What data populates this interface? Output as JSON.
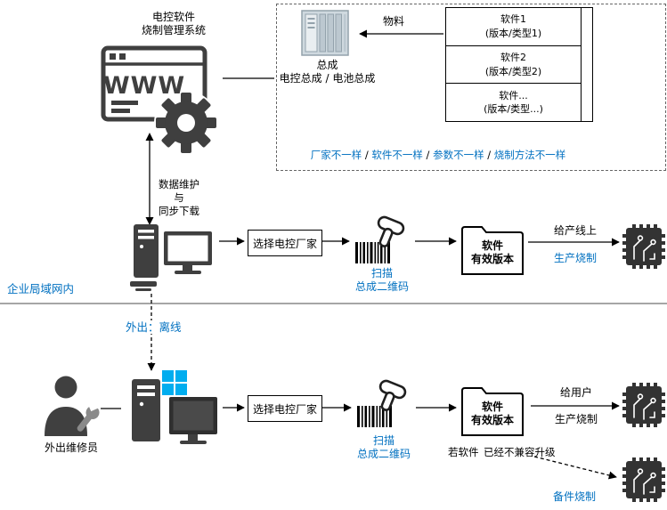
{
  "colors": {
    "accent_blue": "#0070C0",
    "icon_dark": "#3F3F3F",
    "windows_blue": "#00ADEF"
  },
  "header": {
    "title_line1": "电控软件",
    "title_line2": "烧制管理系统",
    "www_text": "WWW"
  },
  "sync_label": {
    "line1": "数据维护",
    "line2": "与",
    "line3": "同步下载"
  },
  "materials_panel": {
    "material_label": "物料",
    "assembly_title": "总成",
    "assembly_subtitle": "电控总成 / 电池总成",
    "software_list": [
      {
        "name": "软件1",
        "detail": "(版本/类型1)"
      },
      {
        "name": "软件2",
        "detail": "(版本/类型2)"
      },
      {
        "name": "软件...",
        "detail": "(版本/类型...)"
      }
    ],
    "note_segments": [
      {
        "text": "厂家不一样",
        "color": "blue"
      },
      {
        "text": " / ",
        "color": "black"
      },
      {
        "text": "软件不一样",
        "color": "blue"
      },
      {
        "text": " / ",
        "color": "black"
      },
      {
        "text": "参数不一样",
        "color": "blue"
      },
      {
        "text": " / ",
        "color": "black"
      },
      {
        "text": "烧制方法不一样",
        "color": "blue"
      }
    ]
  },
  "lan_flow": {
    "zone_label": "企业局域网内",
    "select_box_label": "选择电控厂家",
    "scan_line1": "扫描",
    "scan_line2": "总成二维码",
    "folder_line1": "软件",
    "folder_line2": "有效版本",
    "arrow_label_top": "给产线上",
    "arrow_label_bottom": "生产烧制"
  },
  "offline_flow": {
    "offline_label": "外出：离线",
    "person_label": "外出维修员",
    "select_box_label": "选择电控厂家",
    "scan_line1": "扫描",
    "scan_line2": "总成二维码",
    "folder_line1": "软件",
    "folder_line2": "有效版本",
    "arrow_label_top": "给用户",
    "arrow_label_bottom": "生产烧制",
    "condition_prefix": "若软件",
    "condition_text": "已经不兼容升级",
    "spare_label": "备件烧制"
  }
}
